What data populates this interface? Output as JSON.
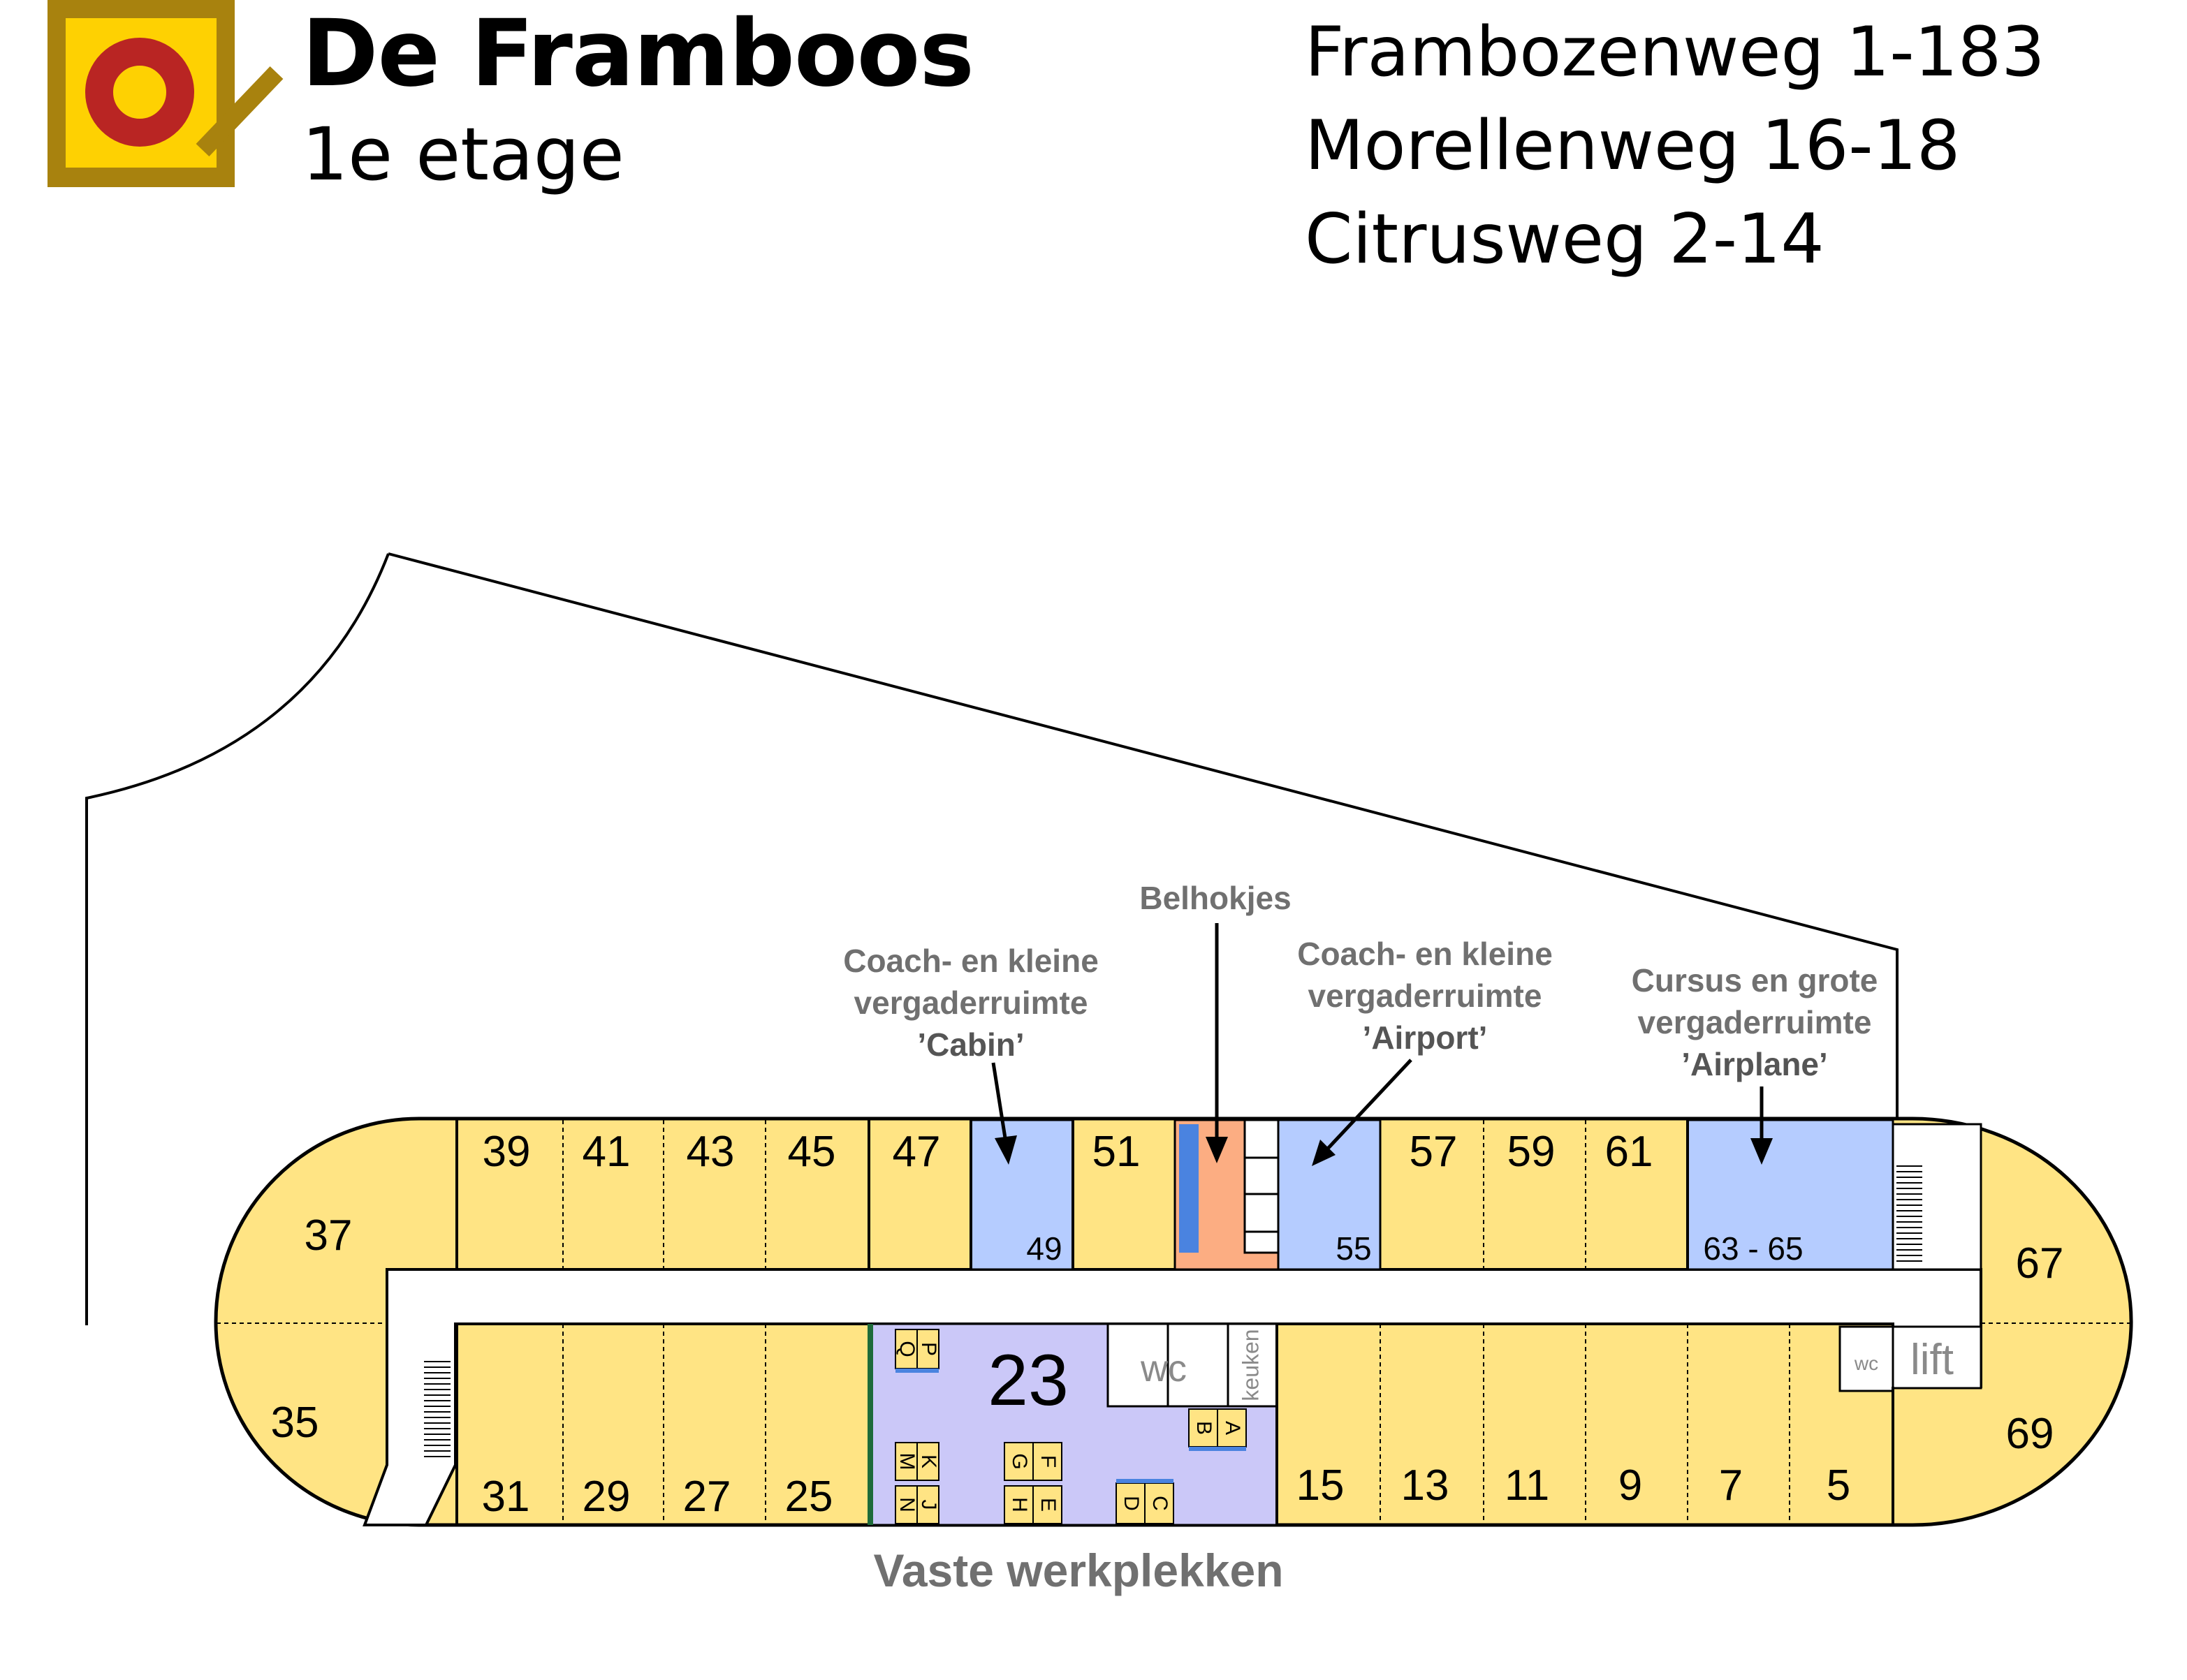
{
  "header": {
    "title": "De Framboos",
    "subtitle": "1e etage",
    "addresses": [
      "Frambozenweg 1-183",
      "Morellenweg 16-18",
      "Citrusweg 2-14"
    ]
  },
  "colors": {
    "room_yellow": "#FFE484",
    "meeting_blue": "#B5CCFF",
    "open_space_lavender": "#CBC8F8",
    "phone_booth_orange": "#FCAD82",
    "logo_gold": "#A8820E",
    "logo_yellow": "#FED102",
    "logo_red": "#B92523"
  },
  "rooms_top": [
    "39",
    "41",
    "43",
    "45",
    "47",
    "49",
    "51",
    "55",
    "57",
    "59",
    "61",
    "63 - 65"
  ],
  "rooms_bottom": [
    "31",
    "29",
    "27",
    "25",
    "23",
    "15",
    "13",
    "11",
    "9",
    "7",
    "5"
  ],
  "rooms_ends": [
    "37",
    "35",
    "67",
    "69"
  ],
  "facilities": {
    "wc": "wc",
    "wc_small": "wc",
    "lift": "lift",
    "keuken": "keuken"
  },
  "desks": [
    "P",
    "Q",
    "K",
    "M",
    "J",
    "N",
    "F",
    "G",
    "E",
    "H",
    "A",
    "B",
    "C",
    "D"
  ],
  "annotations": {
    "cabin": [
      "Coach- en kleine",
      "vergaderruimte",
      "’Cabin’"
    ],
    "belhokjes": "Belhokjes",
    "airport": [
      "Coach- en kleine",
      "vergaderruimte",
      "’Airport’"
    ],
    "airplane": [
      "Cursus en grote",
      "vergaderruimte",
      "’Airplane’"
    ],
    "vaste": "Vaste werkplekken"
  }
}
